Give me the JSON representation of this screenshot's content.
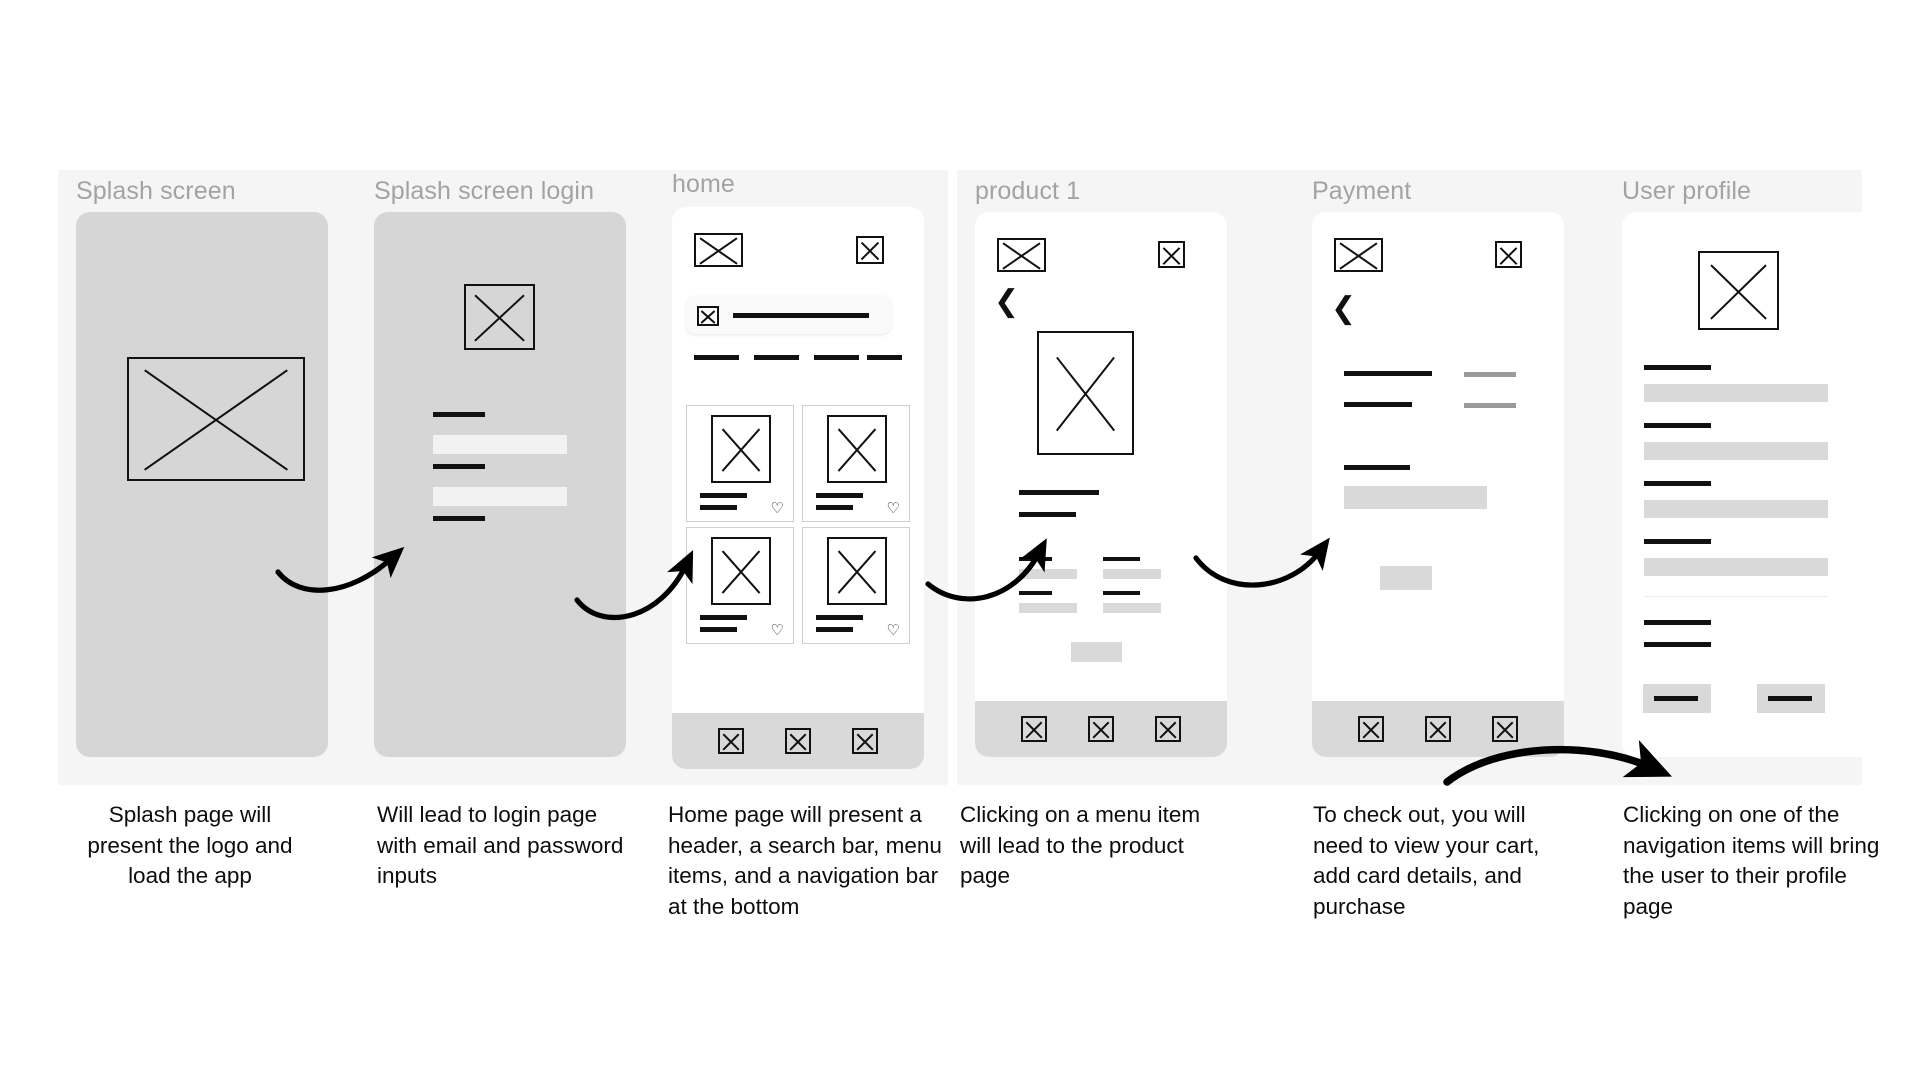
{
  "diagram": {
    "type": "mobile-app-user-flow-wireframe",
    "groups": [
      {
        "name": "auth-and-home-group"
      },
      {
        "name": "product-payment-profile-group"
      }
    ]
  },
  "screens": [
    {
      "id": "splash-screen",
      "title": "Splash screen",
      "caption": "Splash page will present the logo and load the app",
      "caption_align": "center",
      "frame_fill": "#d6d6d6",
      "elements": [
        "logo-placeholder"
      ]
    },
    {
      "id": "splash-screen-login",
      "title": "Splash screen login",
      "caption": "Will lead to login page with email and password inputs",
      "caption_align": "left",
      "frame_fill": "#d6d6d6",
      "elements": [
        "logo-placeholder",
        "email-label",
        "email-input",
        "password-label",
        "password-input",
        "submit-label"
      ]
    },
    {
      "id": "home",
      "title": "home",
      "caption": "Home page will present a header, a search bar, menu items, and a navigation bar at the bottom",
      "caption_align": "left",
      "frame_fill": "#ffffff",
      "elements": [
        "logo-placeholder",
        "profile-icon",
        "search-bar",
        "menu-items",
        "product-grid",
        "bottom-nav"
      ],
      "product_cards": [
        {
          "name": "product-card-1",
          "favorite": true
        },
        {
          "name": "product-card-2",
          "favorite": true
        },
        {
          "name": "product-card-3",
          "favorite": true
        },
        {
          "name": "product-card-4",
          "favorite": true
        }
      ],
      "menu_item_count": 4,
      "nav_item_count": 3
    },
    {
      "id": "product-1",
      "title": "product 1",
      "caption": "Clicking on a menu item will lead to the product page",
      "caption_align": "left",
      "frame_fill": "#ffffff",
      "elements": [
        "logo-placeholder",
        "cart-icon",
        "back-chevron",
        "product-image",
        "product-title",
        "product-subtitle",
        "spec-columns",
        "add-to-cart-button",
        "bottom-nav"
      ],
      "nav_item_count": 3
    },
    {
      "id": "payment",
      "title": "Payment",
      "caption": "To check out, you will need to view your cart, add card details, and purchase",
      "caption_align": "left",
      "frame_fill": "#ffffff",
      "elements": [
        "logo-placeholder",
        "cart-icon",
        "back-chevron",
        "line-item-rows",
        "card-label",
        "card-number-input",
        "purchase-button",
        "bottom-nav"
      ],
      "nav_item_count": 3
    },
    {
      "id": "user-profile",
      "title": "User profile",
      "caption": "Clicking on one of the navigation items will bring the user to their profile page",
      "caption_align": "left",
      "frame_fill": "#ffffff",
      "elements": [
        "avatar-placeholder",
        "field-rows",
        "divider",
        "footer-lines",
        "action-buttons"
      ],
      "field_row_count": 4,
      "action_button_count": 2
    }
  ],
  "icons": {
    "image_placeholder": "image-placeholder-icon",
    "heart": "♡",
    "chevron_left": "❮"
  },
  "colors": {
    "group_background": "#f5f5f5",
    "screen_title": "#a3a3a3",
    "frame_gray": "#d6d6d6",
    "frame_white": "#ffffff",
    "wire_black": "#111111",
    "wire_gray": "#d9d9d9",
    "wire_mid_gray": "#9a9a9a",
    "input_fill": "#f2f2f2",
    "caption_text": "#0d0d0d",
    "arrow": "#000000"
  },
  "flow_arrows": [
    {
      "name": "arrow-splash-to-login",
      "from": "splash-screen",
      "to": "splash-screen-login"
    },
    {
      "name": "arrow-login-to-home",
      "from": "splash-screen-login",
      "to": "home"
    },
    {
      "name": "arrow-home-to-product",
      "from": "home",
      "to": "product-1"
    },
    {
      "name": "arrow-product-to-payment",
      "from": "product-1",
      "to": "payment"
    },
    {
      "name": "arrow-payment-to-profile",
      "from": "payment",
      "to": "user-profile"
    }
  ]
}
